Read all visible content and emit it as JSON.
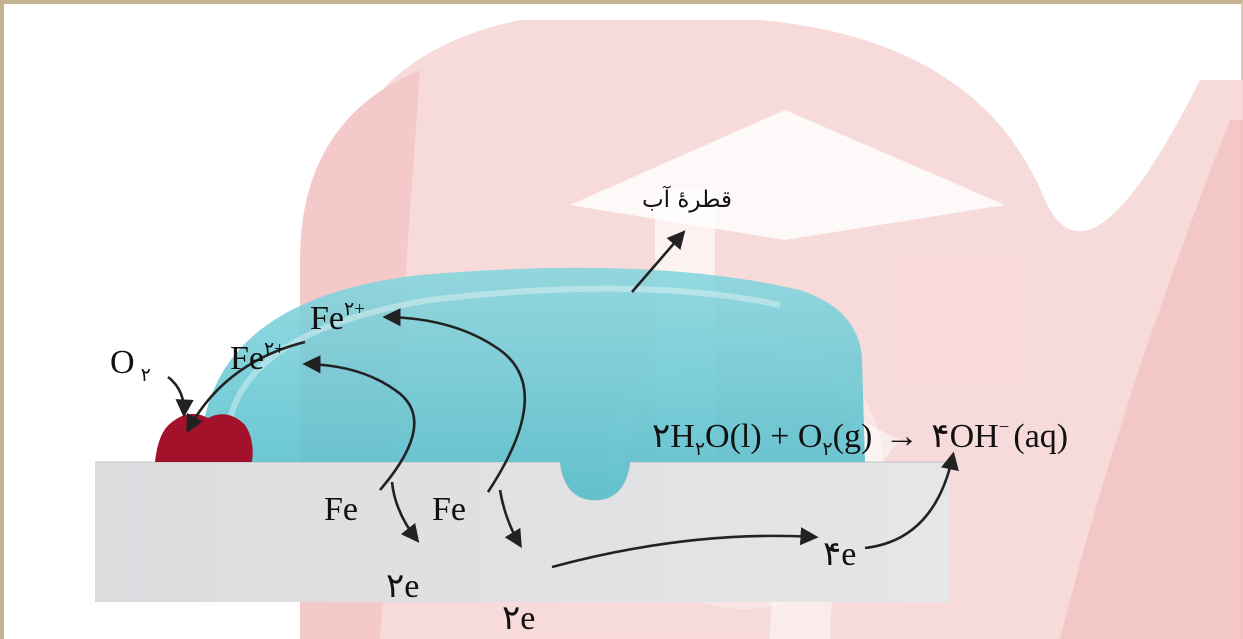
{
  "labels": {
    "water_drop": "قطرهٔ آب",
    "oxygen": "O",
    "oxygen_sub": "۲",
    "fe_ion_left": "Fe",
    "fe_ion_left_charge": "۲+",
    "fe_ion_right": "Fe",
    "fe_ion_right_charge": "۲+",
    "fe_left": "Fe",
    "fe_right": "Fe",
    "electrons_left": "۲e",
    "electrons_right": "۲e",
    "electrons_total": "۴e"
  },
  "reaction": {
    "coef_water": "۲",
    "h": "H",
    "h_sub": "۲",
    "o_water": "O(l) + O",
    "o2_sub": "۲",
    "gas": "(g)",
    "arrow": "→",
    "coef_oh": "۴",
    "oh": "OH",
    "oh_charge": "−",
    "aq": "(aq)"
  },
  "colors": {
    "water": "#5cc6d2",
    "rust": "#a3122a",
    "metal": "#e2e2e4",
    "watermark": "#e51a22"
  }
}
